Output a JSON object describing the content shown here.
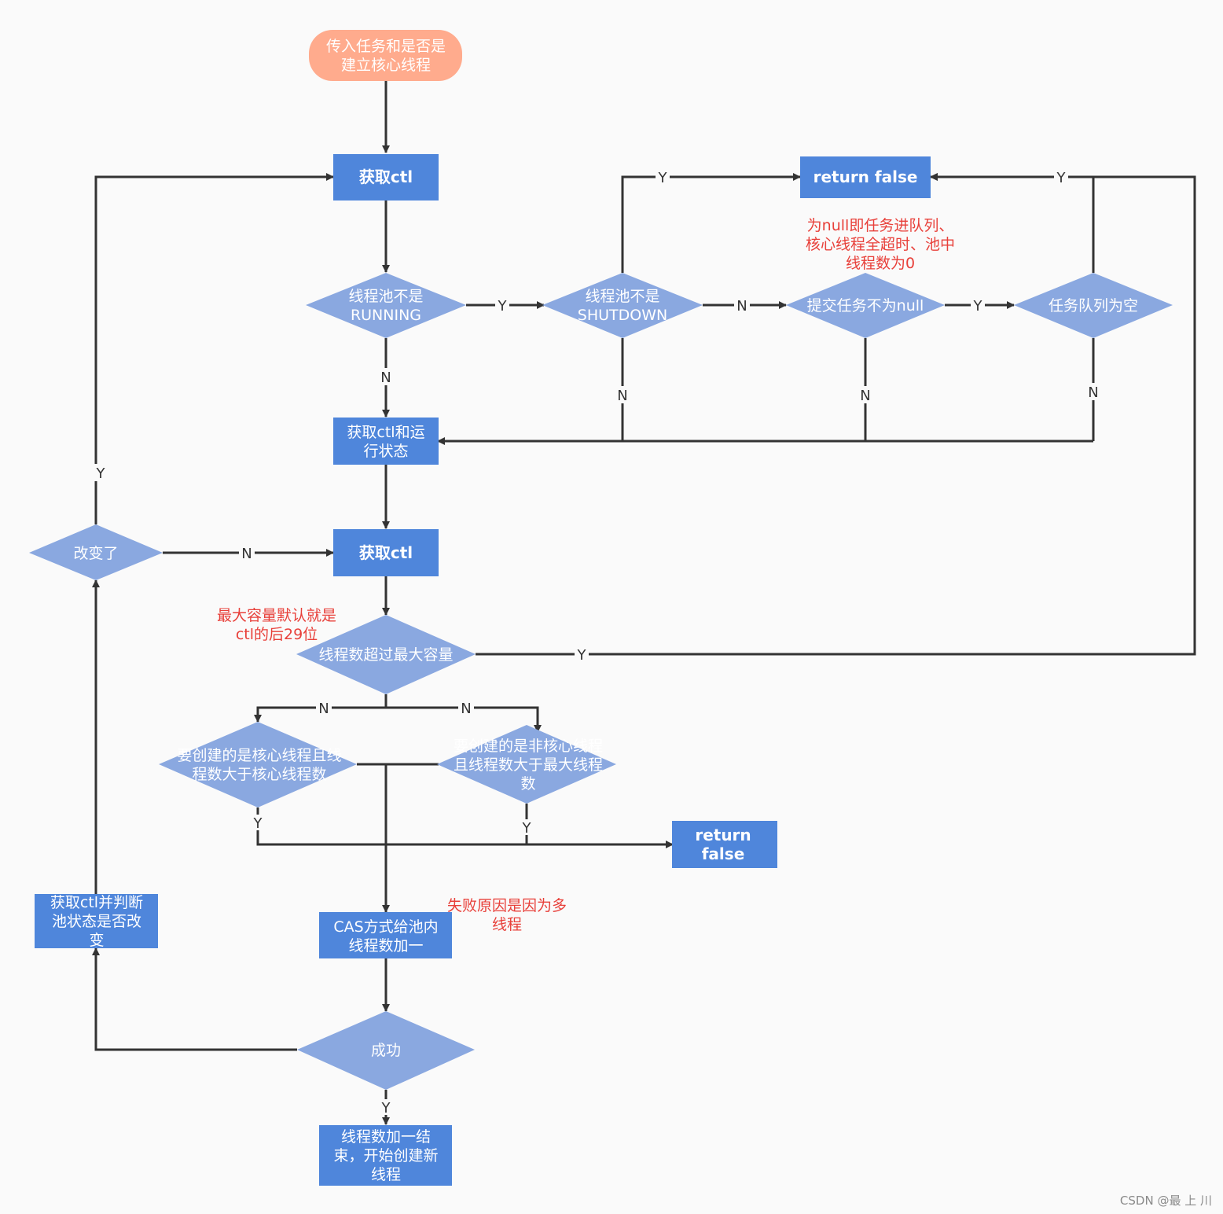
{
  "nodes": {
    "start": "传入任务和是否是\n建立核心线程",
    "get_ctl_1": "获取ctl",
    "not_running": "线程池不是\nRUNNING",
    "not_shutdown": "线程池不是\nSHUTDOWN",
    "first_task_not_null": "提交任务不为null",
    "queue_empty": "任务队列为空",
    "return_false_1": "return false",
    "get_ctl_state": "获取ctl和运\n行状态",
    "get_ctl_2": "获取ctl",
    "changed": "改变了",
    "exceed_capacity": "线程数超过最大容量",
    "core_check": "要创建的是核心线程且线\n程数大于核心线程数",
    "noncore_check": "要创建的是非核心线程\n且线程数大于最大线程\n数",
    "return_false_2": "return\nfalse",
    "cas_increment": "CAS方式给池内\n线程数加一",
    "recheck": "获取ctl并判断\n池状态是否改\n变",
    "success": "成功",
    "end": "线程数加一结\n束，开始创建新\n线程"
  },
  "notes": {
    "null_note": "为null即任务进队列、\n核心线程全超时、池中\n线程数为0",
    "capacity_note": "最大容量默认就是\nctl的后29位",
    "failure_note": "失败原因是因为多\n线程"
  },
  "edge_labels": {
    "yes": "Y",
    "no": "N"
  },
  "watermark": "CSDN @最 上 川",
  "colors": {
    "rect": "#4f86db",
    "diamond": "#8aa8e0",
    "start": "#ffab8d",
    "line": "#333333",
    "note": "#e8403a"
  }
}
